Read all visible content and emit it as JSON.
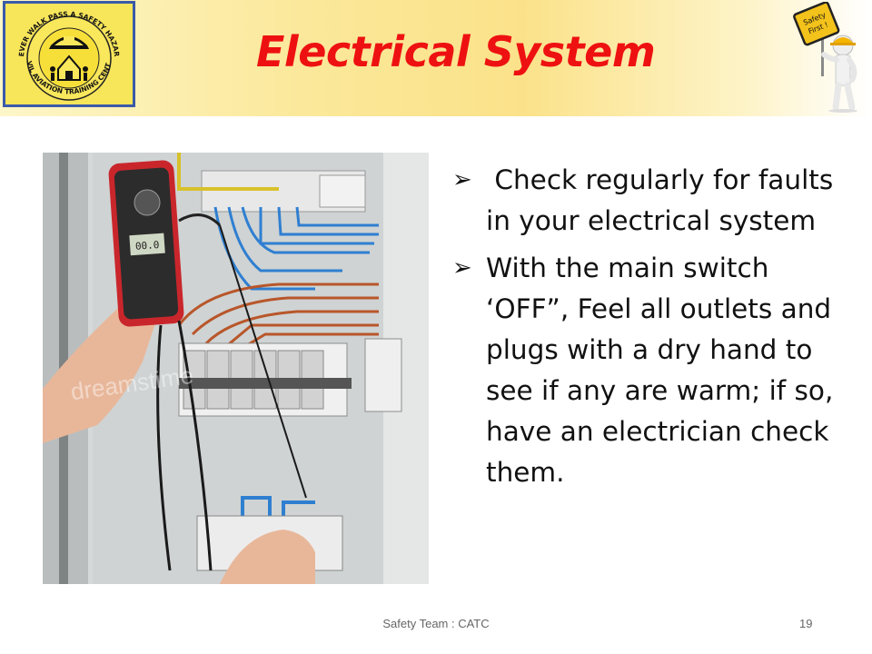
{
  "slide": {
    "title": "Electrical System",
    "logo": {
      "top_text": "NEVER WALK PASS A SAFETY HAZARD",
      "bottom_text": "CIVIL AVIATION TRAINING CENTRE"
    },
    "mascot_sign": {
      "line1": "Safety",
      "line2": "First !"
    },
    "bullets": [
      {
        "marker": "➢",
        "text": " Check regularly for faults in your electrical system"
      },
      {
        "marker": "➢",
        "text": "With the main switch ‘OFF”, Feel all outlets and plugs with a dry hand to see if any are warm; if so, have an electrician check them."
      }
    ],
    "photo": {
      "watermark": "dreamstime",
      "meter_reading": "00.0"
    },
    "footer": "Safety Team : CATC",
    "page_number": "19"
  },
  "colors": {
    "title": "#ee1111",
    "logo_border": "#3b5aa8",
    "logo_fill": "#f7e55a"
  }
}
